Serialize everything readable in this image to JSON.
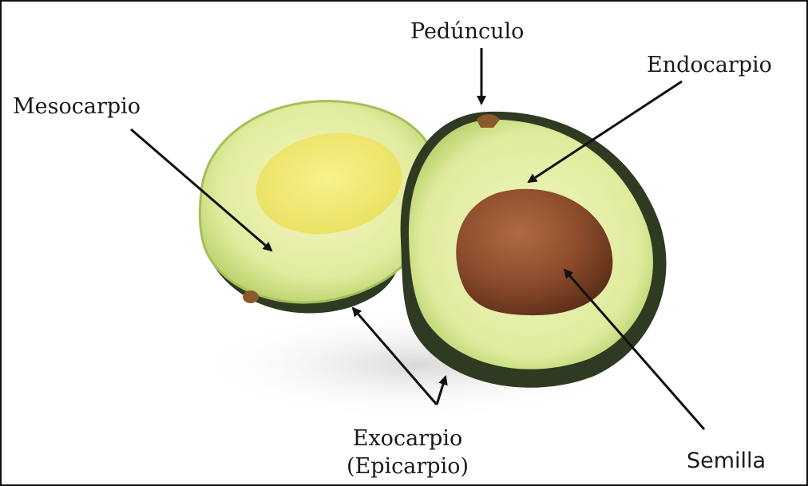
{
  "labels": {
    "peduncle": "Pedúnculo",
    "endocarp": "Endocarpio",
    "mesocarp": "Mesocarpio",
    "exocarp_line1": "Exocarpio",
    "exocarp_line2": "(Epicarpio)",
    "seed": "Semilla"
  },
  "colors": {
    "skin_dark": "#2f3a22",
    "flesh_light": "#e8f0a8",
    "flesh_rim": "#b9d36a",
    "seed_brown": "#8a4a2a",
    "pit_hollow": "#f2ec7a",
    "arrow": "#111111"
  }
}
